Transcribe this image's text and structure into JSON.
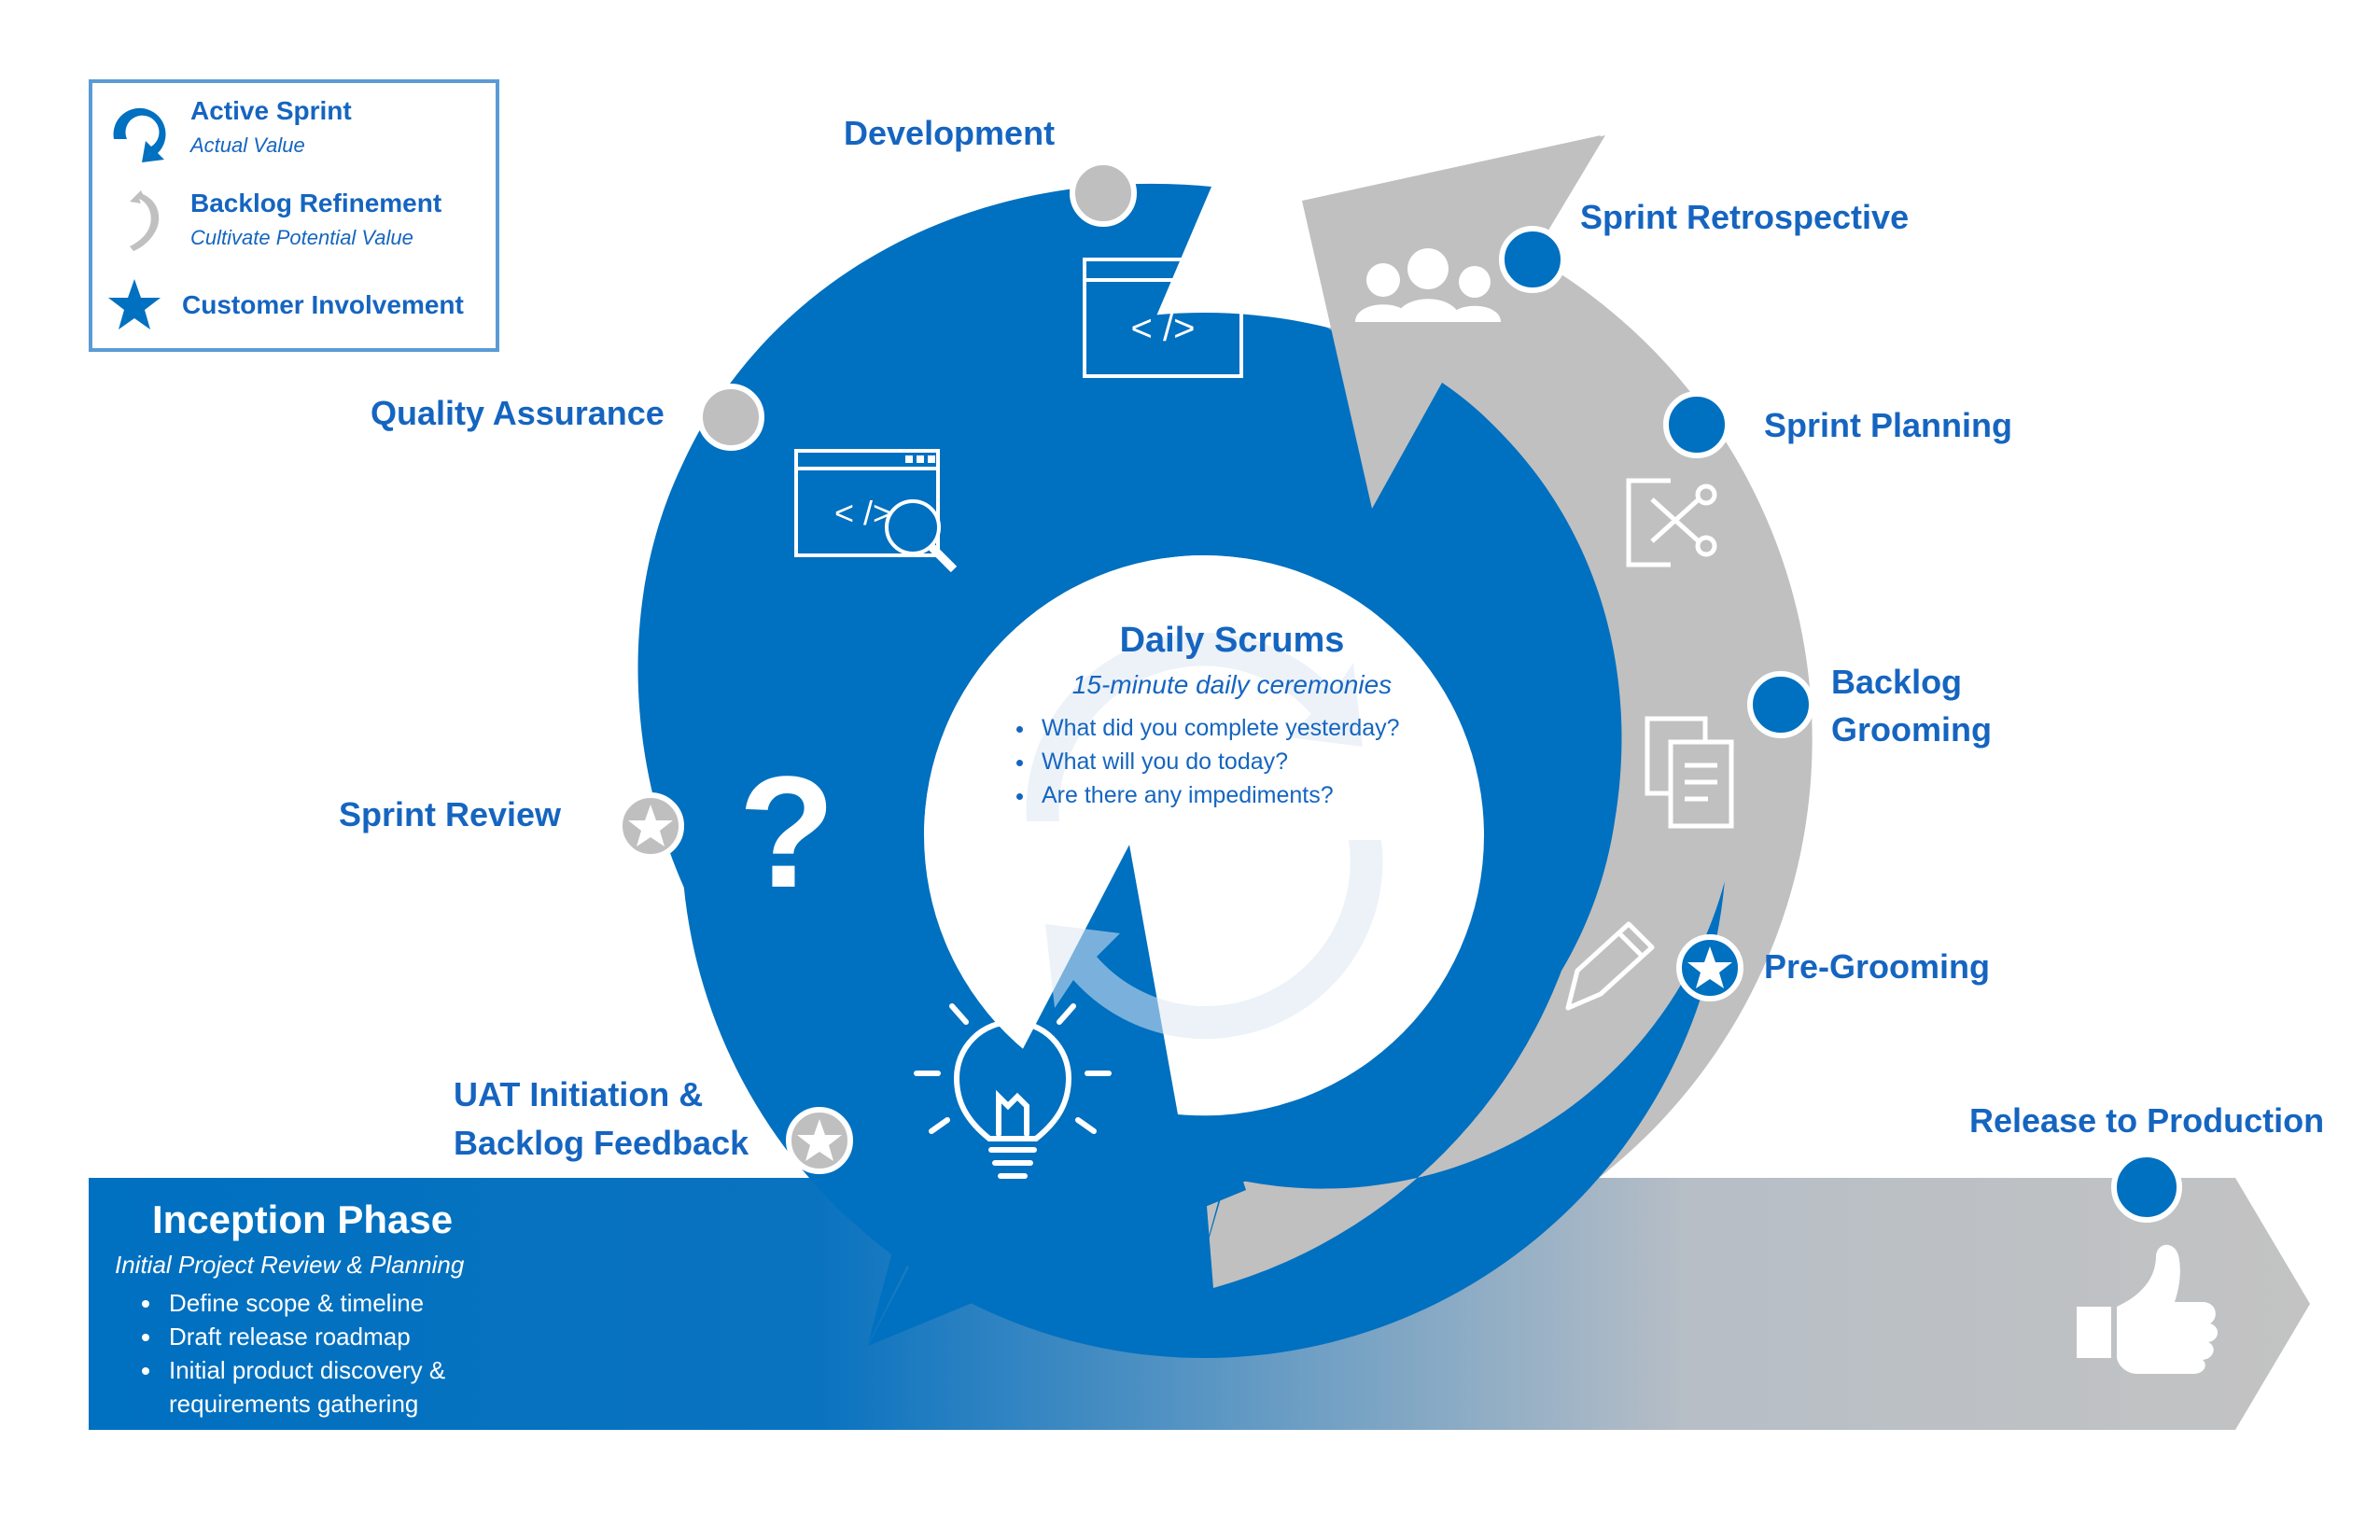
{
  "legend": {
    "active_sprint": "Active Sprint",
    "active_sprint_sub": "Actual Value",
    "backlog_refinement": "Backlog Refinement",
    "backlog_refinement_sub": "Cultivate Potential Value",
    "customer_involvement": "Customer Involvement"
  },
  "labels": {
    "development": "Development",
    "quality_assurance": "Quality Assurance",
    "sprint_review": "Sprint Review",
    "uat_line1": "UAT Initiation &",
    "uat_line2": "Backlog Feedback",
    "sprint_retrospective": "Sprint Retrospective",
    "sprint_planning": "Sprint Planning",
    "backlog_grooming_line1": "Backlog",
    "backlog_grooming_line2": "Grooming",
    "pre_grooming": "Pre-Grooming",
    "release_to_production": "Release to Production"
  },
  "center": {
    "title": "Daily Scrums",
    "subtitle": "15-minute daily ceremonies",
    "items": [
      "What did you complete yesterday?",
      "What will you do today?",
      "Are there any impediments?"
    ]
  },
  "inception": {
    "title": "Inception Phase",
    "subtitle": "Initial Project Review & Planning",
    "items": [
      "Define scope & timeline",
      "Draft release roadmap",
      "Initial product discovery & requirements gathering"
    ]
  },
  "icons": {
    "dev_code": "< />",
    "qa_code": "< />",
    "question": "?"
  },
  "colors": {
    "active_blue": "#0070c0",
    "label_blue": "#1565c0",
    "refinement_gray": "#c0c0c0",
    "marker_gray": "#bfbfbf",
    "legend_border": "#5b9bd5"
  }
}
